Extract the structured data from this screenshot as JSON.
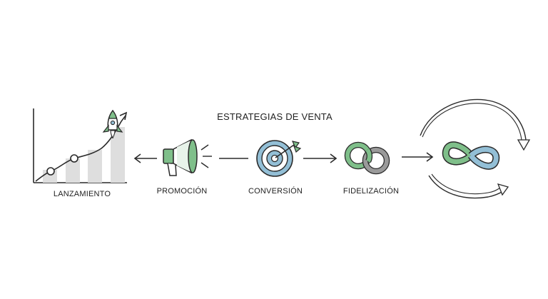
{
  "title": "ESTRATEGIAS DE VENTA",
  "stages": [
    {
      "label": "LANZAMIENTO",
      "icon": "rocket-growth-chart-icon"
    },
    {
      "label": "PROMOCIÓN",
      "icon": "megaphone-icon"
    },
    {
      "label": "CONVERSIÓN",
      "icon": "target-dart-icon"
    },
    {
      "label": "FIDELIZACIÓN",
      "icon": "chain-links-icon"
    },
    {
      "label": "",
      "icon": "infinity-loop-icon"
    }
  ],
  "colors": {
    "green": "#7fbf8a",
    "blue": "#93bfd6",
    "gray": "#9a9a9a",
    "light_gray": "#dedede",
    "stroke": "#2a2a2a"
  }
}
